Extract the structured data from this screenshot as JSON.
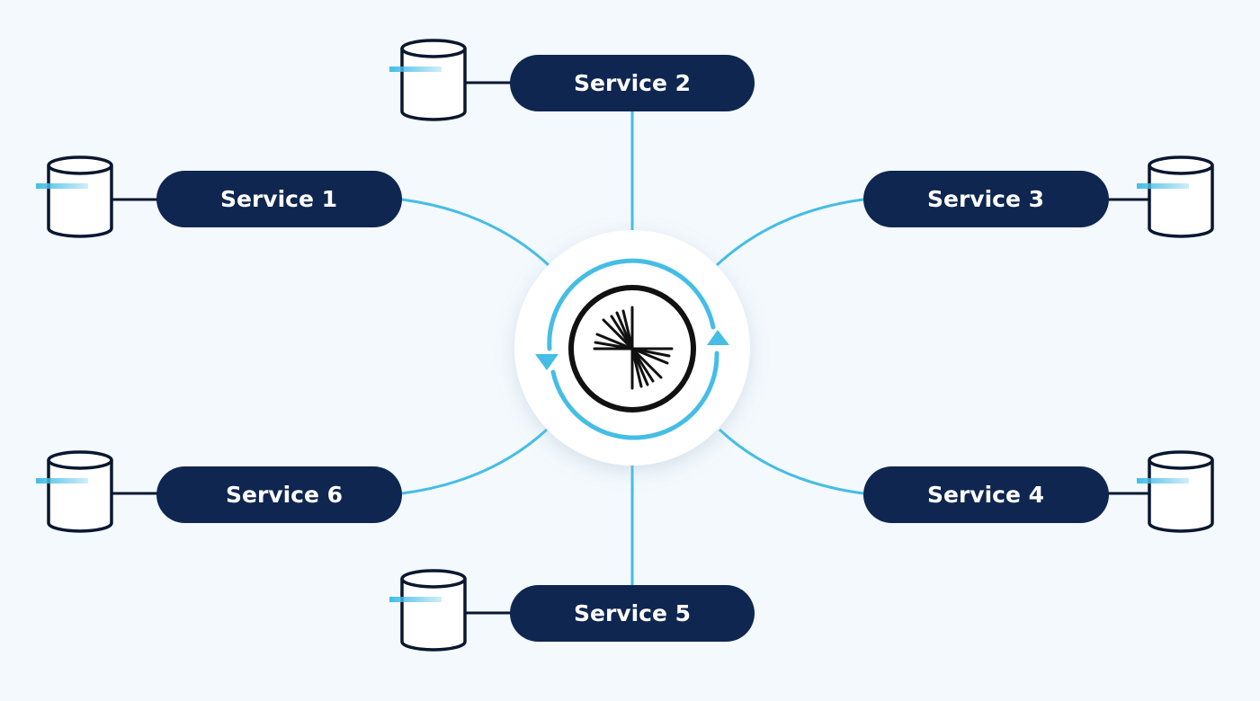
{
  "colors": {
    "background": "#f3f9fd",
    "service_fill": "#0f2650",
    "connector": "#45bde5",
    "db_stroke": "#0a1730",
    "db_accent": "#45bde5",
    "hub_fill": "#ffffff",
    "logo_stroke": "#111111"
  },
  "hub": {
    "icon": "sync-cycle-icon",
    "logo": "starburst-logo-icon"
  },
  "services": [
    {
      "id": "service-1",
      "label": "Service 1",
      "icon": "database-icon"
    },
    {
      "id": "service-2",
      "label": "Service 2",
      "icon": "database-icon"
    },
    {
      "id": "service-3",
      "label": "Service 3",
      "icon": "database-icon"
    },
    {
      "id": "service-4",
      "label": "Service 4",
      "icon": "database-icon"
    },
    {
      "id": "service-5",
      "label": "Service 5",
      "icon": "database-icon"
    },
    {
      "id": "service-6",
      "label": "Service 6",
      "icon": "database-icon"
    }
  ]
}
